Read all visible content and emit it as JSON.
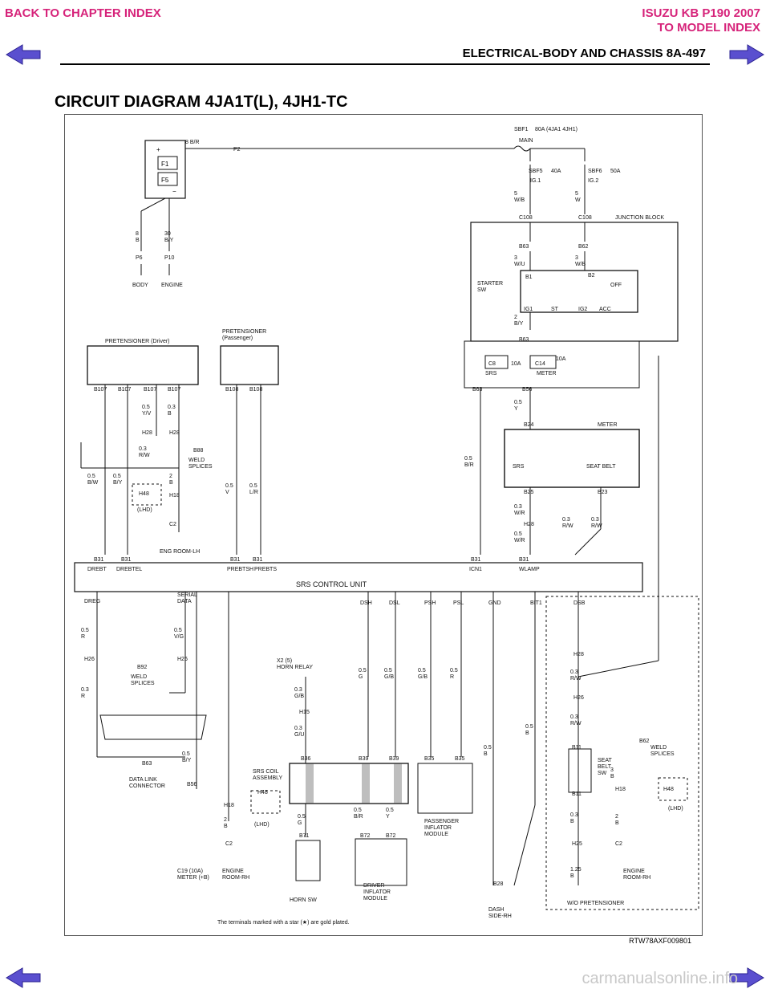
{
  "nav": {
    "back_label": "BACK TO CHAPTER INDEX",
    "model_line1": "ISUZU KB P190 2007",
    "model_line2": "TO MODEL INDEX"
  },
  "header": {
    "running_head": "ELECTRICAL-BODY AND CHASSIS  8A-497"
  },
  "title": "CIRCUIT DIAGRAM 4JA1T(L), 4JH1-TC",
  "figure_code": "RTW78AXF009801",
  "footer": {
    "watermark": "carmanualsonline.info"
  },
  "colors": {
    "nav": "#d6237a",
    "arrow": "#5a4fcf",
    "line": "#111111"
  },
  "diagram": {
    "fuse_box": {
      "f1": "F1",
      "f5": "F5",
      "plus": "+",
      "minus": "−"
    },
    "labels": {
      "wire_8br": "8 B/R",
      "p2": "P2",
      "w_8b": "8\nB",
      "w_30by": "30\nB/Y",
      "p6": "P6",
      "p10": "P10",
      "body": "BODY",
      "engine": "ENGINE",
      "sbf1": "SBF1",
      "sbf1_rating": "80A (4JA1 4JH1)",
      "main": "MAIN",
      "sbf5": "SBF5",
      "sbf5_rating": "40A",
      "ig1": "IG.1",
      "sbf6": "SBF6",
      "sbf6_rating": "50A",
      "ig2": "IG.2",
      "c108a": "C108",
      "c108b": "C108",
      "w_5wb": "5\nW/B",
      "w_5w": "5\nW",
      "junction_block": "JUNCTION BLOCK",
      "b63": "B63",
      "b62": "B62",
      "w_3wu": "3\nW/U",
      "w_3wb": "3\nW/B",
      "starter_sw": "STARTER\nSW",
      "sw_b1": "B1",
      "sw_b2": "B2",
      "sw_off": "OFF",
      "sw_ig1": "IG1",
      "sw_st": "ST",
      "sw_ig2": "IG2",
      "sw_acc": "ACC",
      "w_2by": "2\nB/Y",
      "b63b": "B63",
      "c8": "C8",
      "srs": "SRS",
      "c8_rating": "10A",
      "c14": "C14",
      "c14_rating": "10A",
      "meter": "METER",
      "b63c": "B63",
      "b56": "B56",
      "w_05y": "0.5\nY",
      "b24": "B24",
      "meter_title": "METER",
      "meter_srs": "SRS",
      "meter_seatbelt": "SEAT BELT",
      "b25": "B25",
      "b23": "B23",
      "w_05br": "0.5\nB/R",
      "w_03wr": "0.3\nW/R",
      "h28a": "H28",
      "w_05wr": "0.5\nW/R",
      "w_03rw1": "0.3\nR/W",
      "w_03rw2": "0.3\nR/W",
      "pret_driver": "PRETENSIONER (Driver)",
      "pret_pass": "PRETENSIONER\n(Passenger)",
      "b107a": "B107",
      "b107b": "B107",
      "b107c": "B107",
      "b107d": "B107",
      "b108a": "B108",
      "b108b": "B108",
      "w_05yv": "0.5\nY/V",
      "w_03b": "0.3\nB",
      "h28b": "H28",
      "h28c": "H28",
      "b88": "B88",
      "weld_splices": "WELD\nSPLICES",
      "w_03rw3": "0.3\nR/W",
      "w_05bw": "0.5\nB/W",
      "w_05by": "0.5\nB/Y",
      "h48a": "H48",
      "lhd_a": "(LHD)",
      "w_2b": "2\nB",
      "h18a": "H18",
      "c2a": "C2",
      "eng_room_lh": "ENG ROOM-LH",
      "w_05v": "0.5\nV",
      "w_05lr": "0.5\nL/R",
      "b31a": "B31",
      "b31b": "B31",
      "b31c": "B31",
      "b31d": "B31",
      "b31e": "B31",
      "b31f": "B31",
      "drebt": "DREBT",
      "drebtel": "DREBTEL",
      "prebtsh": "PREBTSH",
      "prebts": "PREBTS",
      "icn1": "ICN1",
      "wlamp": "WLAMP",
      "srs_unit": "SRS CONTROL UNIT",
      "dreg": "DREG",
      "serial": "SERIAL\nDATA",
      "dsh": "DSH",
      "dsl": "DSL",
      "psh": "PSH",
      "psl": "PSL",
      "gnd": "GND",
      "bit1": "BIT1",
      "dsb": "DSB",
      "w_05r": "0.5\nR",
      "h26a": "H26",
      "w_03r": "0.3\nR",
      "w_05vg": "0.5\nV/G",
      "h26b": "H26",
      "b92": "B92",
      "weld_splices2": "WELD\nSPLICES",
      "x2": "X2 (5)\nHORN RELAY",
      "w_03gb": "0.3\nG/B",
      "h15": "H15",
      "w_03gu": "0.3\nG/U",
      "w_05g": "0.5\nG",
      "w_05gb": "0.5\nG/B",
      "w_05gb2": "0.5\nG/B",
      "w_05rr": "0.5\nR",
      "w_05b": "0.5\nB",
      "w_05bw2": "0.5\nB",
      "h28d": "H28",
      "w_03rw4": "0.3\nR/W",
      "h26c": "H26",
      "w_03rw5": "0.3\nR/W",
      "b63d": "B63",
      "dlc": "DATA LINK\nCONNECTOR",
      "w_05by2": "0.5\nB/Y",
      "b56b": "B56",
      "srs_coil": "SRS COIL\nASSEMBLY",
      "b36": "B36",
      "b39": "B39",
      "b39b": "B39",
      "b35": "B35",
      "b35b": "B35",
      "h18b": "H18",
      "h48b": "H48",
      "lhd_b": "(LHD)",
      "w_2b2": "2\nB",
      "c2b": "C2",
      "c19": "C19 (10A)\nMETER (+B)",
      "eng_room_rh": "ENGINE\nROOM-RH",
      "w_05g2": "0.5\nG",
      "b71": "B71",
      "horn_sw": "HORN SW",
      "w_05br2": "0.5\nB/R",
      "w_05y2": "0.5\nY",
      "b72": "B72",
      "b72b": "B72",
      "driver_inflator": "DRIVER\nINFLATOR\nMODULE",
      "passenger_inflator": "PASSENGER\nINFLATOR\nMODULE",
      "b28": "B28",
      "dash_side": "DASH\nSIDE-RH",
      "b11": "B11",
      "b11b": "B11",
      "seat_belt_sw": "SEAT\nBELT\nSW",
      "b62b": "B62",
      "weld_splices3": "WELD\nSPLICES",
      "w_3b": "3\nB",
      "h18c": "H18",
      "h48c": "H48",
      "lhd_c": "(LHD)",
      "w_03b2": "0.3\nB",
      "h25": "H25",
      "w_125b": "1.25\nB",
      "w_2b3": "2\nB",
      "c2c": "C2",
      "eng_room_rh2": "ENGINE\nROOM-RH",
      "wo_pret": "W/O PRETENSIONER",
      "gold_note": "The terminals marked with a star (★) are gold plated."
    }
  }
}
